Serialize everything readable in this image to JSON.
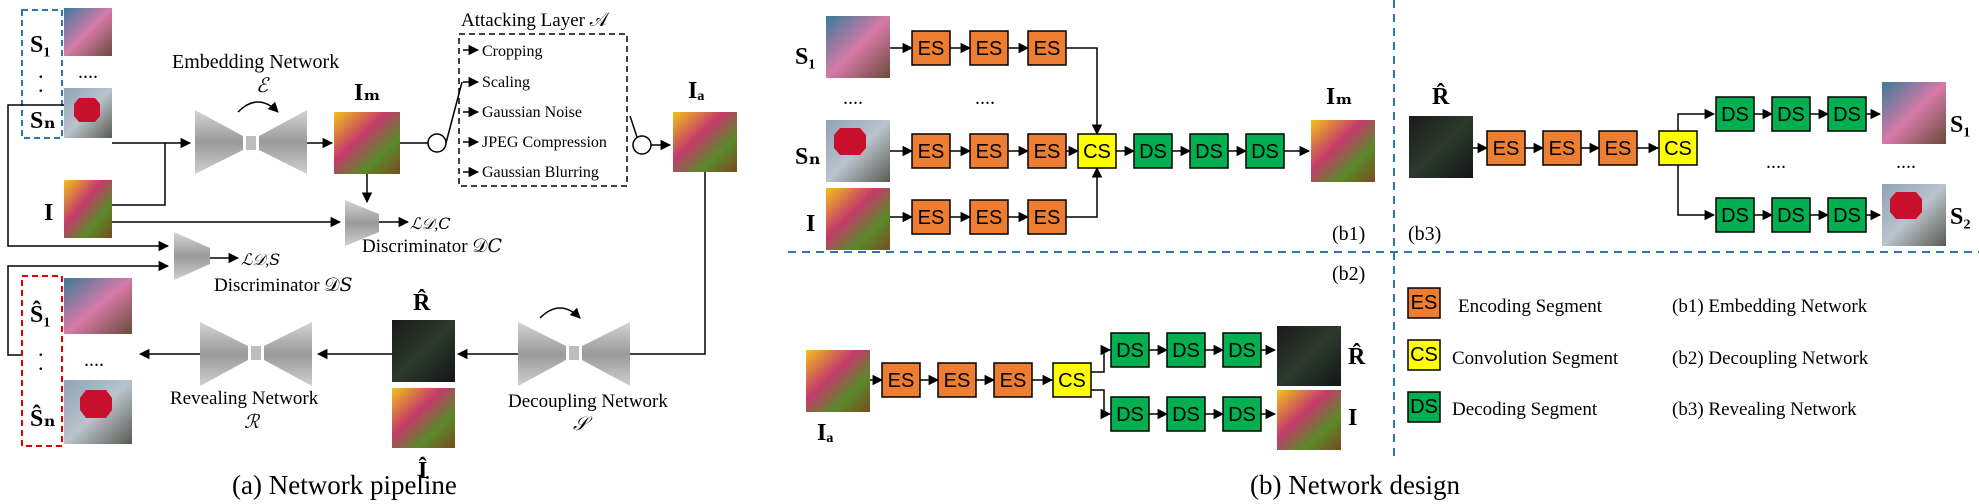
{
  "colors": {
    "es": "#ED7D31",
    "cs": "#FFFF00",
    "ds": "#00B050",
    "blue_dash": "#2E75B6",
    "red_dash": "#E00000",
    "network_gray": "#A8A8A8"
  },
  "pipeline": {
    "caption": "(a) Network pipeline",
    "secret_s1": "S₁",
    "secret_dots": ".",
    "secret_sn": "Sₙ",
    "cover_i": "I",
    "ellipsis": "....",
    "embedding_network": "Embedding Network",
    "embedding_symbol": "ℰ",
    "im_label": "Iₘ",
    "ia_label": "Iₐ",
    "attacking_layer": "Attacking Layer 𝒜",
    "attacks": [
      "Cropping",
      "Scaling",
      "Gaussian Noise",
      "JPEG Compression",
      "Gaussian Blurring"
    ],
    "loss_dc": "ℒ𝒟,𝐶",
    "discriminator_c": "Discriminator 𝒟𝐶",
    "loss_ds": "ℒ𝒟,𝑆",
    "discriminator_s": "Discriminator 𝒟𝑆",
    "r_hat": "R̂",
    "i_hat": "Î",
    "decoupling_network": "Decoupling Network",
    "decoupling_symbol": "𝒮",
    "revealing_network": "Revealing Network",
    "revealing_symbol": "ℛ",
    "recovered_s1": "Ŝ₁",
    "recovered_sn": "Ŝₙ"
  },
  "design": {
    "caption": "(b) Network design",
    "b1_tag": "(b1)",
    "b2_tag": "(b2)",
    "b3_tag": "(b3)",
    "es": "ES",
    "cs": "CS",
    "ds": "DS",
    "s1": "S₁",
    "sn": "Sₙ",
    "i": "I",
    "im": "Iₘ",
    "ia": "Iₐ",
    "r_hat": "R̂",
    "s2": "S₂",
    "ellipsis": "....",
    "legend": [
      {
        "abbr": "ES",
        "name": "Encoding Segment"
      },
      {
        "abbr": "CS",
        "name": "Convolution Segment"
      },
      {
        "abbr": "DS",
        "name": "Decoding Segment"
      }
    ],
    "legend_networks": [
      "(b1) Embedding Network",
      "(b2) Decoupling Network",
      "(b3) Revealing Network"
    ]
  }
}
